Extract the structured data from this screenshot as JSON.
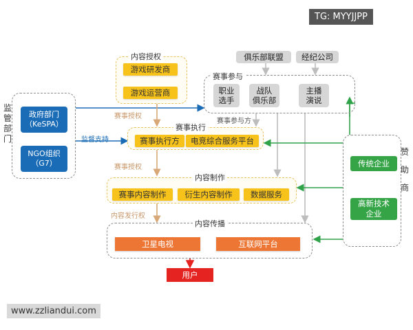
{
  "watermark_top": "TG: MYYJJPP",
  "watermark_bottom": "www.zzliandui.com",
  "groups": {
    "regulator": "监\n管\n部\n门",
    "auth": "内容授权",
    "participation": "赛事参与",
    "execution": "赛事执行",
    "production": "内容制作",
    "distribution": "内容传播",
    "sponsor": "赞\n助\n商"
  },
  "nodes": {
    "kespa": "政府部门\n（KeSPA）",
    "g7": "NGO组织\n（G7）",
    "dev": "游戏研发商",
    "operator": "游戏运营商",
    "club_league": "俱乐部联盟",
    "agency": "经纪公司",
    "players": "职业\n选手",
    "teams": "战队\n俱乐部",
    "hosts": "主播\n演说",
    "exec_party": "赛事执行方",
    "platform": "电竞综合服务平台",
    "content_prod": "赛事内容制作",
    "derivative": "衍生内容制作",
    "data_service": "数据服务",
    "satellite": "卫星电视",
    "internet": "互联网平台",
    "users": "用户",
    "traditional": "传统企业",
    "hightech": "高新技术\n企业"
  },
  "edges": {
    "event_auth_1": "赛事授权",
    "supervise": "监督支持",
    "participants": "赛事参与方",
    "event_auth_2": "赛事授权",
    "distribution_right": "内容发行权"
  }
}
